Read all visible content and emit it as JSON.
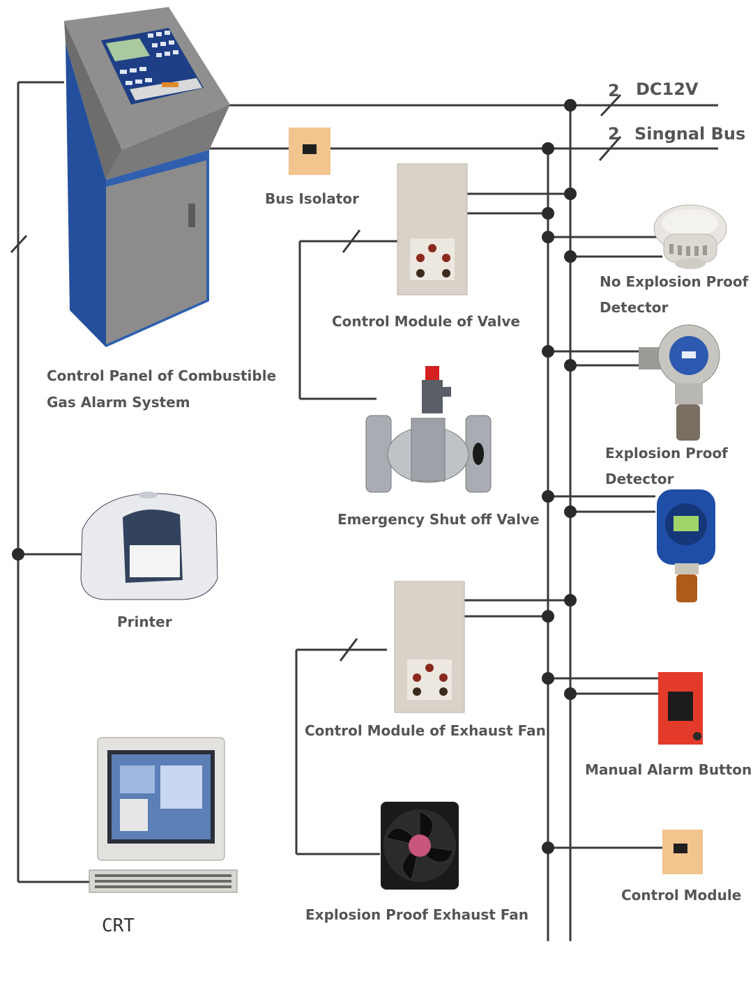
{
  "bus": {
    "dc_label": "DC12V",
    "dc_count": "2",
    "signal_label": "Singnal Bus",
    "signal_count": "2"
  },
  "labels": {
    "control_panel_line1": "Control Panel of Combustible",
    "control_panel_line2": "Gas Alarm System",
    "bus_isolator": "Bus Isolator",
    "control_module_valve": "Control Module of Valve",
    "emergency_valve": "Emergency Shut off Valve",
    "no_explosion_line1": "No Explosion Proof",
    "no_explosion_line2": "Detector",
    "explosion_line1": "Explosion Proof",
    "explosion_line2": "Detector",
    "printer": "Printer",
    "control_module_fan": "Control Module of Exhaust Fan",
    "manual_alarm": "Manual Alarm Button",
    "crt": "CRT",
    "exhaust_fan": "Explosion Proof Exhaust Fan",
    "control_module": "Control Module"
  },
  "colors": {
    "panel_blue": "#2f5fae",
    "panel_gray": "#8c8c8c",
    "module_beige": "#d8d2c8",
    "isolator_orange": "#f2c48e",
    "alarm_red": "#e33a2a",
    "valve_gray": "#a9adb3",
    "wire": "#3a3a3a"
  }
}
